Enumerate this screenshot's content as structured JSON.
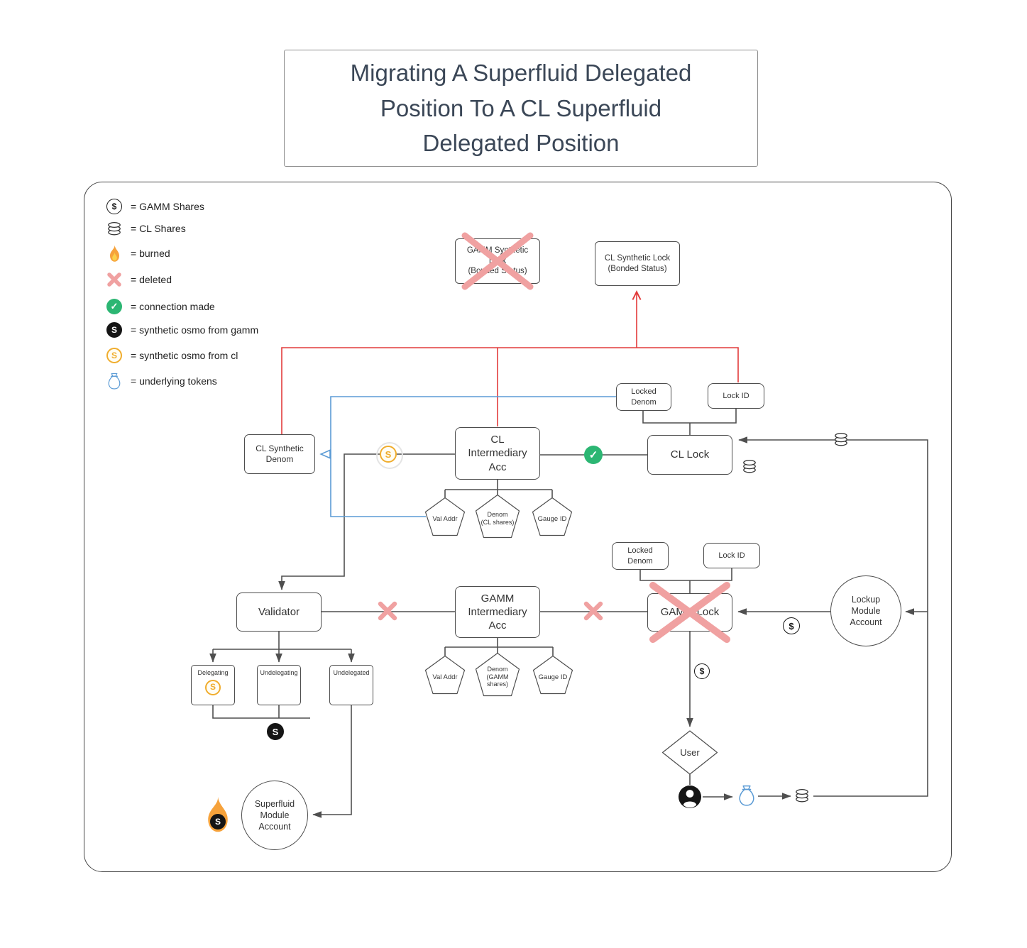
{
  "title": "Migrating A Superfluid Delegated\nPosition To A CL Superfluid\nDelegated Position",
  "icons": {
    "dollar": "$",
    "synthetic_s": "S",
    "check": "✓"
  },
  "colors": {
    "gray_line": "#4f4f4f",
    "red_line": "#e23b3b",
    "blue_line": "#5b9bd5",
    "pink_x": "#f0a1a1",
    "green_check": "#2cb673",
    "gold_coin": "#f0ad2e",
    "flame_orange": "#f6a23b"
  },
  "legend": [
    {
      "icon": "gamm-shares-coin-icon",
      "label": "= GAMM Shares"
    },
    {
      "icon": "cl-shares-coins-icon",
      "label": "= CL Shares"
    },
    {
      "icon": "flame-icon",
      "label": "= burned"
    },
    {
      "icon": "deleted-x-icon",
      "label": "= deleted"
    },
    {
      "icon": "connection-check-icon",
      "label": "= connection made"
    },
    {
      "icon": "black-s-coin-icon",
      "label": "= synthetic osmo from gamm"
    },
    {
      "icon": "gold-s-coin-icon",
      "label": "= synthetic osmo from cl"
    },
    {
      "icon": "money-bag-icon",
      "label": "= underlying tokens"
    }
  ],
  "nodes": {
    "gamm_synthetic_lock": "GAMM Synthetic\nLock\n(Bonded Status)",
    "cl_synthetic_lock": "CL Synthetic Lock\n(Bonded Status)",
    "locked_denom_cl": "Locked\nDenom",
    "lock_id_cl": "Lock ID",
    "cl_synthetic_denom": "CL Synthetic\nDenom",
    "cl_intermediary_acc": "CL\nIntermediary\nAcc",
    "cl_lock": "CL Lock",
    "val_addr_cl": "Val Addr",
    "denom_cl_shares": "Denom\n(CL shares)",
    "gauge_id_cl": "Gauge ID",
    "locked_denom_gamm": "Locked\nDenom",
    "lock_id_gamm": "Lock ID",
    "validator": "Validator",
    "gamm_intermediary_acc": "GAMM\nIntermediary\nAcc",
    "gamm_lock": "GAMM Lock",
    "val_addr_gamm": "Val Addr",
    "denom_gamm_shares": "Denom\n(GAMM\nshares)",
    "gauge_id_gamm": "Gauge ID",
    "delegating": "Delegating",
    "undelegating": "Undelegating",
    "undelegated": "Undelegated",
    "lockup_module_account": "Lockup\nModule\nAccount",
    "superfluid_module_account": "Superfluid\nModule\nAccount",
    "user": "User"
  }
}
